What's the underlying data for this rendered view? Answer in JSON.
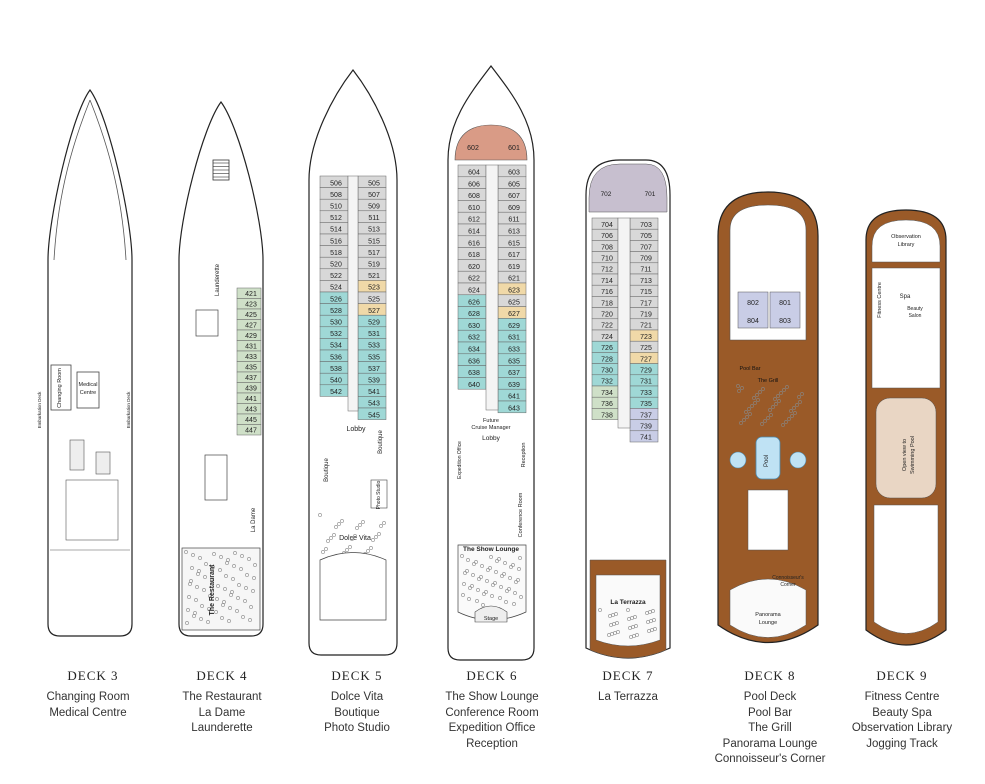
{
  "decks": [
    {
      "id": "deck3",
      "title": "DECK 3",
      "venues": [
        "Changing Room",
        "Medical Centre"
      ],
      "plan_labels": [
        "Changing Room",
        "Medical Centre",
        "Embarkation Deck",
        "Embarkation Deck"
      ],
      "cabins_left": [],
      "cabins_right": []
    },
    {
      "id": "deck4",
      "title": "DECK 4",
      "venues": [
        "The Restaurant",
        "La Dame",
        "Launderette"
      ],
      "plan_labels": [
        "Launderette",
        "La Dame",
        "The Restaurant"
      ],
      "cabins_left": [],
      "cabins_right": [
        "421",
        "423",
        "425",
        "427",
        "429",
        "431",
        "433",
        "435",
        "437",
        "439",
        "441",
        "443",
        "445",
        "447"
      ]
    },
    {
      "id": "deck5",
      "title": "DECK 5",
      "venues": [
        "Dolce Vita",
        "Boutique",
        "Photo Studio"
      ],
      "plan_labels": [
        "Lobby",
        "Boutique",
        "Boutique",
        "Photo Studio",
        "Dolce Vita"
      ],
      "cabins_left": [
        "506",
        "508",
        "510",
        "512",
        "514",
        "516",
        "518",
        "520",
        "522",
        "524",
        "526",
        "528",
        "530",
        "532",
        "534",
        "536",
        "538",
        "540",
        "542"
      ],
      "cabins_right": [
        "505",
        "507",
        "509",
        "511",
        "513",
        "515",
        "517",
        "519",
        "521",
        "523",
        "525",
        "527",
        "529",
        "531",
        "533",
        "535",
        "537",
        "539",
        "541",
        "543",
        "545"
      ]
    },
    {
      "id": "deck6",
      "title": "DECK 6",
      "venues": [
        "The Show Lounge",
        "Conference Room",
        "Expedition Office",
        "Reception"
      ],
      "plan_labels": [
        "Future Cruise Manager",
        "Lobby",
        "Expedition Office",
        "Reception",
        "Conference Room",
        "The Show Lounge",
        "Stage"
      ],
      "suites": [
        "602",
        "601"
      ],
      "cabins_left": [
        "604",
        "606",
        "608",
        "610",
        "612",
        "614",
        "616",
        "618",
        "620",
        "622",
        "624",
        "626",
        "628",
        "630",
        "632",
        "634",
        "636",
        "638",
        "640"
      ],
      "cabins_right": [
        "603",
        "605",
        "607",
        "609",
        "611",
        "613",
        "615",
        "617",
        "619",
        "621",
        "623",
        "625",
        "627",
        "629",
        "631",
        "633",
        "635",
        "637",
        "639",
        "641",
        "643"
      ]
    },
    {
      "id": "deck7",
      "title": "DECK 7",
      "venues": [
        "La Terrazza"
      ],
      "plan_labels": [
        "La Terrazza"
      ],
      "suites": [
        "702",
        "701"
      ],
      "cabins_left": [
        "704",
        "706",
        "708",
        "710",
        "712",
        "714",
        "716",
        "718",
        "720",
        "722",
        "724",
        "726",
        "728",
        "730",
        "732",
        "734",
        "736",
        "738"
      ],
      "cabins_right": [
        "703",
        "705",
        "707",
        "709",
        "711",
        "713",
        "715",
        "717",
        "719",
        "721",
        "723",
        "725",
        "727",
        "729",
        "731",
        "733",
        "735",
        "737",
        "739",
        "741"
      ]
    },
    {
      "id": "deck8",
      "title": "DECK 8",
      "venues": [
        "Pool Deck",
        "Pool Bar",
        "The Grill",
        "Panorama Lounge",
        "Connoisseur's Corner"
      ],
      "plan_labels": [
        "Pool Bar",
        "The Grill",
        "Pool",
        "Connoisseur's Corner",
        "Panorama Lounge"
      ],
      "suites": [
        "802",
        "801",
        "804",
        "803"
      ],
      "cabins_left": [],
      "cabins_right": []
    },
    {
      "id": "deck9",
      "title": "DECK 9",
      "venues": [
        "Fitness Centre",
        "Beauty Spa",
        "Observation Library",
        "Jogging Track"
      ],
      "plan_labels": [
        "Observation Library",
        "Fitness Centre",
        "Spa",
        "Beauty Salon",
        "Open view to Swimming Pool",
        "Jogging Track"
      ],
      "cabins_left": [],
      "cabins_right": []
    }
  ],
  "colors": {
    "grey_cabin": "#d8d8d8",
    "green_cabin": "#cfe0c8",
    "teal_cabin": "#9fd8d6",
    "tan_cabin": "#f0d9a8",
    "lavender_suite": "#c9cde6",
    "purple_suite": "#c7bfcf",
    "salmon_suite": "#d99b86",
    "wood_deck": "#9a5a28",
    "pool_blue": "#bfe2f4",
    "hull_line": "#222222"
  }
}
